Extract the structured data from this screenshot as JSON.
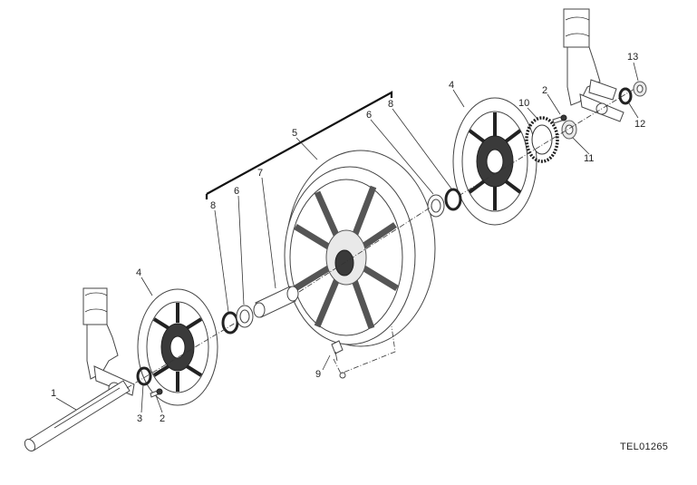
{
  "drawing_code": "TEL01265",
  "callouts": {
    "c1": "1",
    "c2_left": "2",
    "c2_right": "2",
    "c3": "3",
    "c4_left": "4",
    "c4_right": "4",
    "c5": "5",
    "c6_left": "6",
    "c6_right": "6",
    "c7": "7",
    "c8_left": "8",
    "c8_right": "8",
    "c9": "9",
    "c10": "10",
    "c11": "11",
    "c12": "12",
    "c13": "13"
  }
}
